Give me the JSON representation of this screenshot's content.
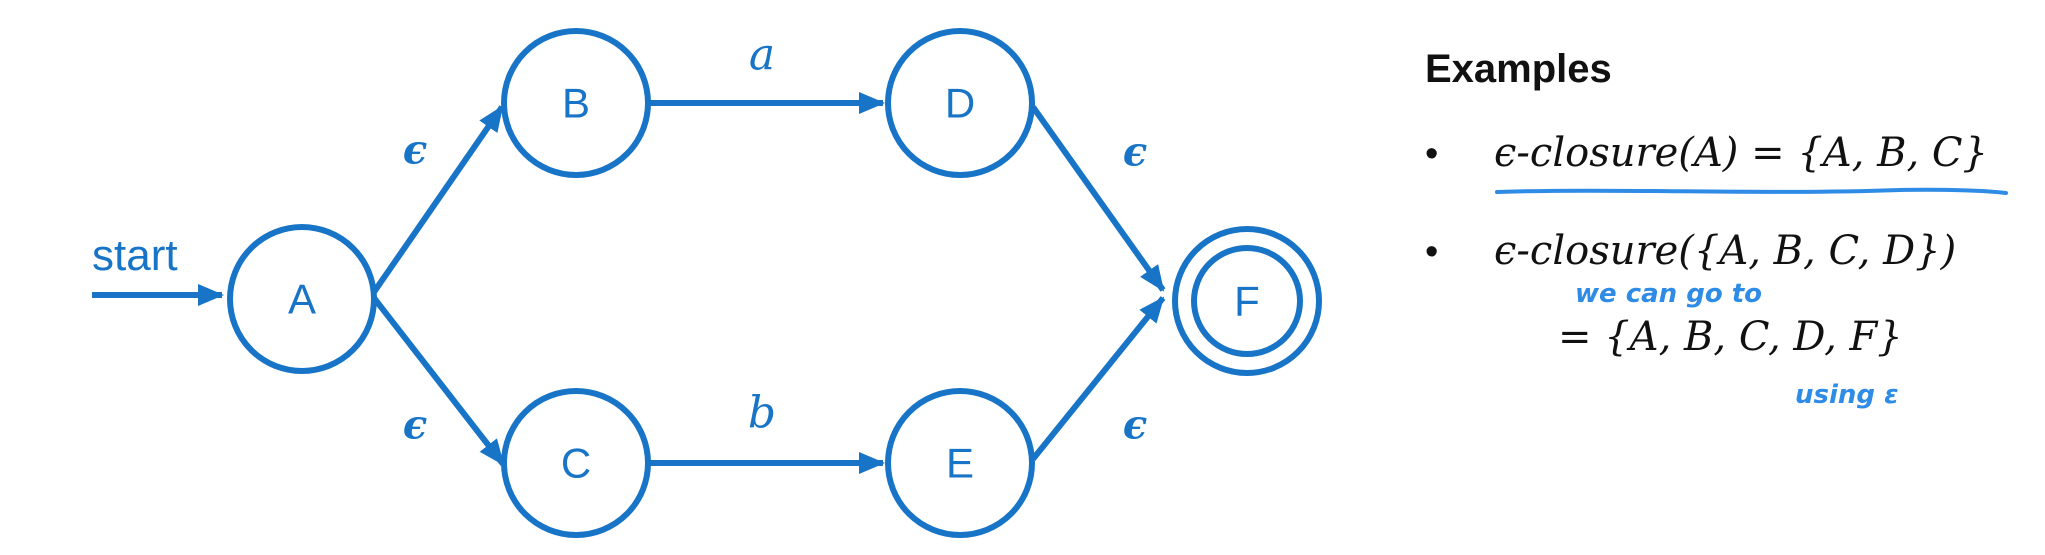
{
  "diagram": {
    "start_label": "start",
    "nodes": [
      {
        "id": "A",
        "label": "A",
        "accepting": false
      },
      {
        "id": "B",
        "label": "B",
        "accepting": false
      },
      {
        "id": "C",
        "label": "C",
        "accepting": false
      },
      {
        "id": "D",
        "label": "D",
        "accepting": false
      },
      {
        "id": "E",
        "label": "E",
        "accepting": false
      },
      {
        "id": "F",
        "label": "F",
        "accepting": true
      }
    ],
    "edges": [
      {
        "from": "A",
        "to": "B",
        "label": "ϵ"
      },
      {
        "from": "A",
        "to": "C",
        "label": "ϵ"
      },
      {
        "from": "B",
        "to": "D",
        "label": "a"
      },
      {
        "from": "C",
        "to": "E",
        "label": "b"
      },
      {
        "from": "D",
        "to": "F",
        "label": "ϵ"
      },
      {
        "from": "E",
        "to": "F",
        "label": "ϵ"
      }
    ],
    "colors": {
      "primary": "#1874c6",
      "handwriting": "#2e8be6",
      "text": "#111111"
    }
  },
  "examples": {
    "heading": "Examples",
    "bullet_char": "•",
    "items": [
      {
        "expr": "ϵ-closure(A) = {A, B, C}"
      },
      {
        "expr": "ϵ-closure({A, B, C, D})",
        "result": "= {A, B, C, D, F}"
      }
    ],
    "annotations": {
      "note_top": "we can go to",
      "note_bottom": "using ε"
    }
  }
}
